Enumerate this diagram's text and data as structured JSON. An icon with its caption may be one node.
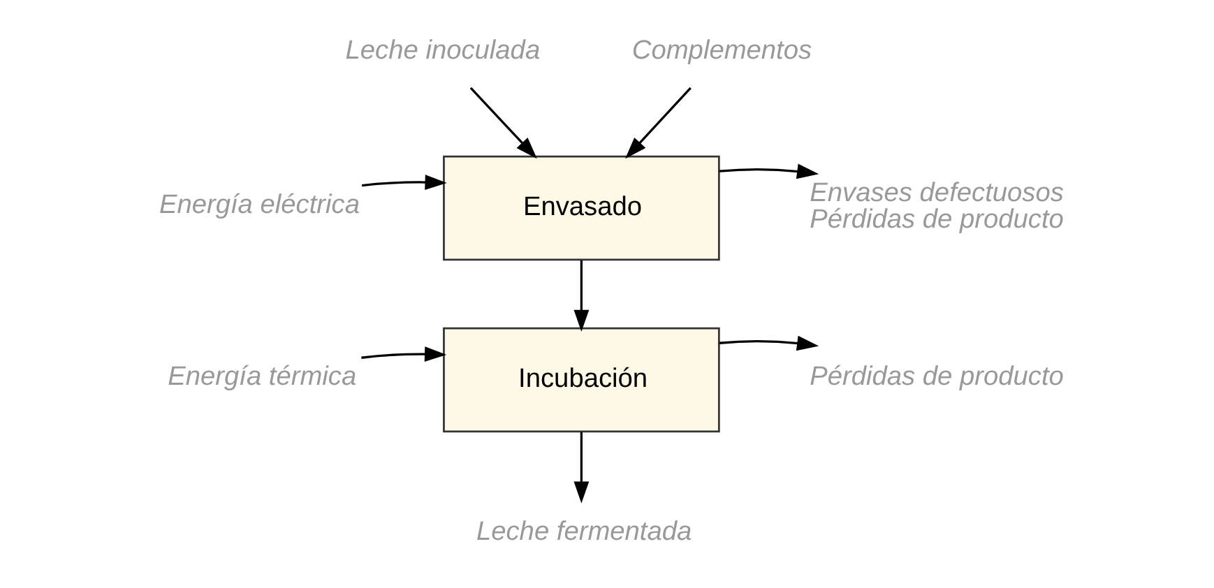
{
  "diagram": {
    "nodes": [
      {
        "text": [
          "Leche inoculada"
        ]
      },
      {
        "text": [
          "Complementos"
        ]
      },
      {
        "text": [
          "Envasado"
        ]
      },
      {
        "text": [
          "Energía eléctrica"
        ]
      },
      {
        "text": [
          "Envases defectuosos",
          "Pérdidas de producto"
        ]
      },
      {
        "text": [
          "Incubación"
        ]
      },
      {
        "text": [
          "Energía térmica"
        ]
      },
      {
        "text": [
          "Pérdidas de producto"
        ]
      },
      {
        "text": [
          "Leche fermentada"
        ]
      }
    ],
    "edges": [
      {
        "from": 0,
        "to": 2,
        "arrow": "to"
      },
      {
        "from": 1,
        "to": 2,
        "arrow": "to"
      },
      {
        "from": 3,
        "to": 2,
        "arrow": "to"
      },
      {
        "from": 2,
        "to": 4,
        "arrow": "to"
      },
      {
        "from": 2,
        "to": 5,
        "arrow": "to"
      },
      {
        "from": 6,
        "to": 5,
        "arrow": "to"
      },
      {
        "from": 5,
        "to": 7,
        "arrow": "to"
      },
      {
        "from": 5,
        "to": 8,
        "arrow": "to"
      }
    ]
  }
}
